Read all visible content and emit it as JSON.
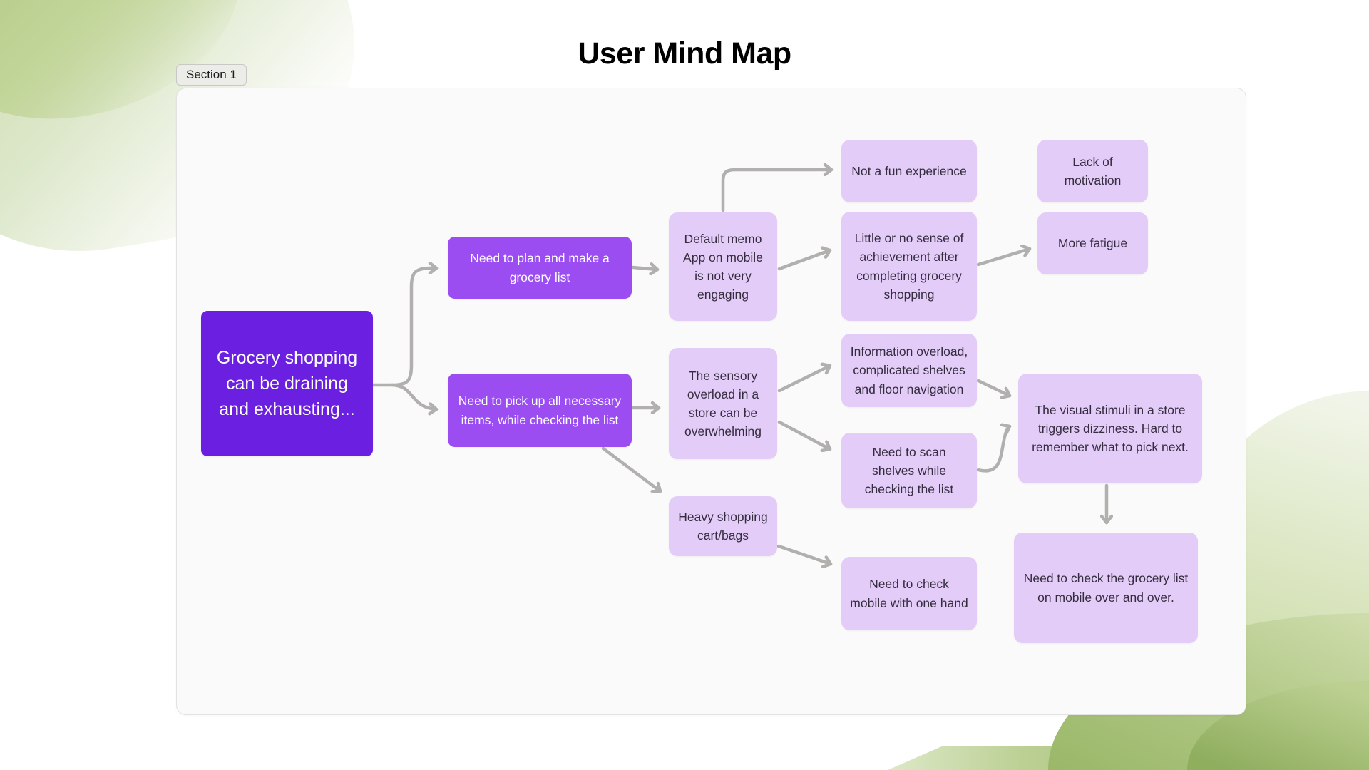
{
  "title": "User Mind Map",
  "section_label": "Section 1",
  "nodes": {
    "root": "Grocery shopping can be draining and exhausting...",
    "plan_list": "Need to plan and make a grocery list",
    "pick_items": "Need to pick up all necessary items, while checking the list",
    "memo_app": "Default memo App on mobile is not very engaging",
    "sensory_overload": "The sensory overload in a store can be overwhelming",
    "heavy_cart": "Heavy shopping cart/bags",
    "not_fun": "Not a fun experience",
    "no_achievement": "Little or no sense of achievement after completing grocery shopping",
    "info_overload": "Information overload, complicated shelves and floor navigation",
    "scan_shelves": "Need to scan shelves while checking the list",
    "check_mobile_one_hand": "Need to check mobile with one hand",
    "lack_motivation": "Lack of motivation",
    "more_fatigue": "More fatigue",
    "visual_stimuli": "The visual stimuli in a store triggers dizziness. Hard to remember what to pick next.",
    "check_list_repeatedly": "Need to check the grocery list on mobile over and over."
  },
  "colors": {
    "root_node": "#6b1fe0",
    "branch_node": "#9b4df2",
    "leaf_node": "#e3cdf8",
    "leaf_text": "#352c3f",
    "connector": "#b1b0ae"
  }
}
